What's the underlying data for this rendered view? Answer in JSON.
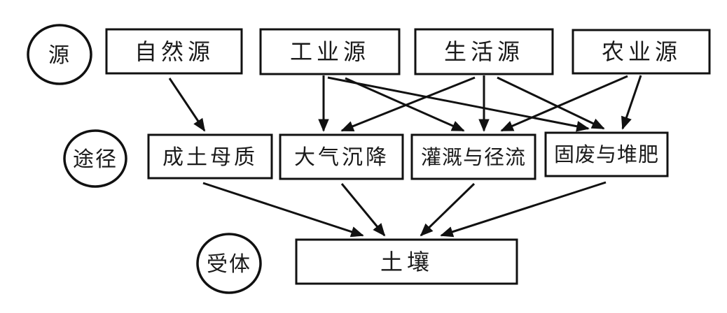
{
  "diagram": {
    "description": "Soil pollution source - pathway - receptor flow diagram",
    "colors": {
      "background": "#ffffff",
      "stroke": "#111111",
      "text": "#1a1a1a"
    },
    "row_labels": {
      "sources": "源",
      "pathways": "途径",
      "receptor": "受体"
    },
    "sources": [
      {
        "id": "natural-source",
        "label": "自然源"
      },
      {
        "id": "industrial-source",
        "label": "工业源"
      },
      {
        "id": "domestic-source",
        "label": "生活源"
      },
      {
        "id": "agricultural-source",
        "label": "农业源"
      }
    ],
    "pathways": [
      {
        "id": "soil-parent-material",
        "label": "成土母质"
      },
      {
        "id": "atmospheric-deposition",
        "label": "大气沉降"
      },
      {
        "id": "irrigation-and-runoff",
        "label": "灌溉与径流"
      },
      {
        "id": "solid-waste-and-compost",
        "label": "固废与堆肥"
      }
    ],
    "receptor": {
      "id": "soil",
      "label": "土壤"
    },
    "edges": [
      {
        "from": "自然源",
        "to": "成土母质"
      },
      {
        "from": "工业源",
        "to": "大气沉降"
      },
      {
        "from": "工业源",
        "to": "灌溉与径流"
      },
      {
        "from": "工业源",
        "to": "固废与堆肥"
      },
      {
        "from": "生活源",
        "to": "大气沉降"
      },
      {
        "from": "生活源",
        "to": "灌溉与径流"
      },
      {
        "from": "生活源",
        "to": "固废与堆肥"
      },
      {
        "from": "农业源",
        "to": "灌溉与径流"
      },
      {
        "from": "农业源",
        "to": "固废与堆肥"
      },
      {
        "from": "成土母质",
        "to": "土壤"
      },
      {
        "from": "大气沉降",
        "to": "土壤"
      },
      {
        "from": "灌溉与径流",
        "to": "土壤"
      },
      {
        "from": "固废与堆肥",
        "to": "土壤"
      }
    ]
  }
}
